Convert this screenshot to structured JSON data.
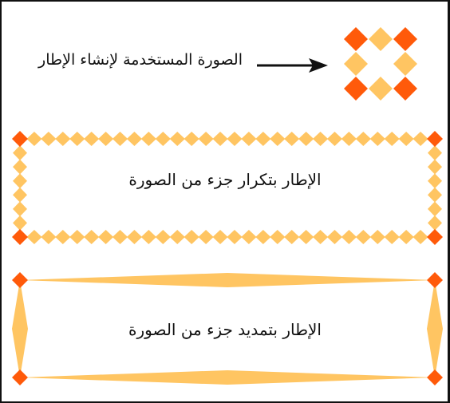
{
  "labels": {
    "source_image": "الصورة المستخدمة لإنشاء الإطار",
    "repeated_border": "الإطار بتكرار جزء من الصورة",
    "stretched_border": "الإطار بتمديد جزء من الصورة"
  },
  "colors": {
    "corner": "#ff5a0a",
    "edge": "#ffc562",
    "outline": "#111111",
    "text": "#111111",
    "background": "#ffffff"
  },
  "icons": {
    "arrow": "arrow-right-icon"
  }
}
